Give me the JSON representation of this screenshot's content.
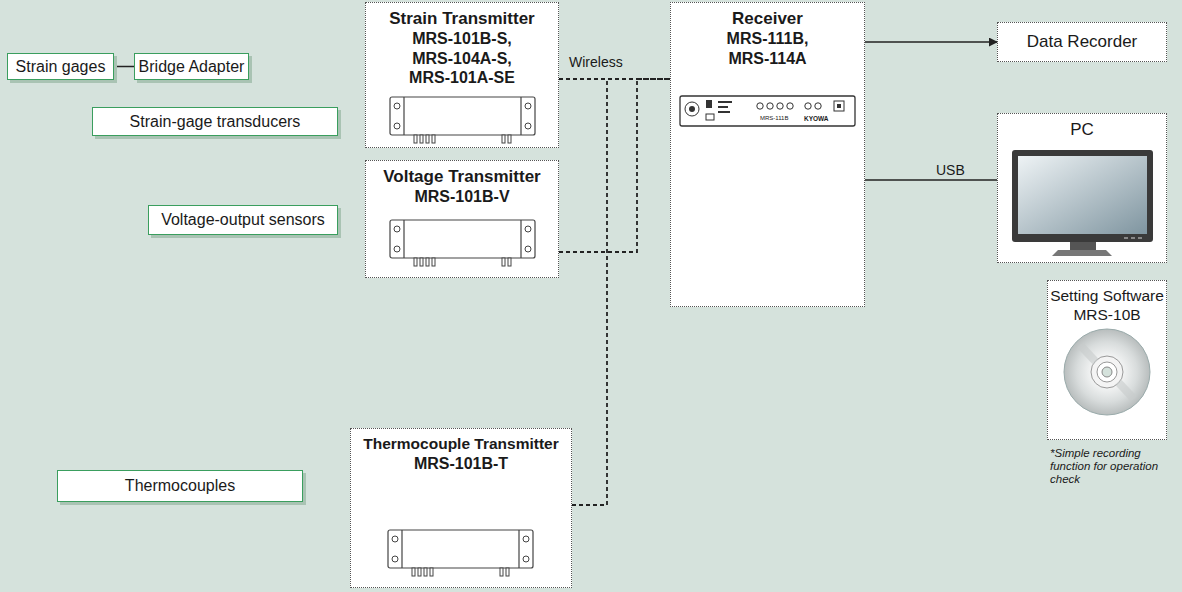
{
  "diagram": {
    "nodes": [
      {
        "text": [
          "Strain gages"
        ]
      },
      {
        "text": [
          "Bridge Adapter"
        ]
      },
      {
        "text": [
          "Strain-gage transducers"
        ]
      },
      {
        "text": [
          "Strain Transmitter",
          "MRS-101B-S, MRS-104A-S, MRS-101A-SE"
        ]
      },
      {
        "text": [
          "Receiver",
          "MRS-111B, MRS-114A"
        ]
      },
      {
        "text": [
          "Data Recorder"
        ]
      },
      {
        "text": [
          "PC"
        ]
      },
      {
        "text": [
          "Setting Software",
          "MRS-10B"
        ]
      },
      {
        "text": [
          "Voltage-output sensors"
        ]
      },
      {
        "text": [
          "Voltage Transmitter",
          "MRS-101B-V"
        ]
      },
      {
        "text": [
          "Thermocouples"
        ]
      },
      {
        "text": [
          "Thermocouple Transmitter",
          "MRS-101B-T"
        ]
      }
    ],
    "edges": [
      {
        "from": 0,
        "to": 1,
        "arrow": "none"
      },
      {
        "from": 3,
        "to": 4,
        "label": "Wireless",
        "arrow": "none"
      },
      {
        "from": 9,
        "to": 4,
        "arrow": "none"
      },
      {
        "from": 11,
        "to": 4,
        "arrow": "none"
      },
      {
        "from": 4,
        "to": 5,
        "arrow": "to"
      },
      {
        "from": 4,
        "to": 6,
        "label": "USB",
        "arrow": "none"
      }
    ],
    "labels": [
      "*Simple recording function for operation check",
      "MRS-111B",
      "KYOWA"
    ]
  }
}
